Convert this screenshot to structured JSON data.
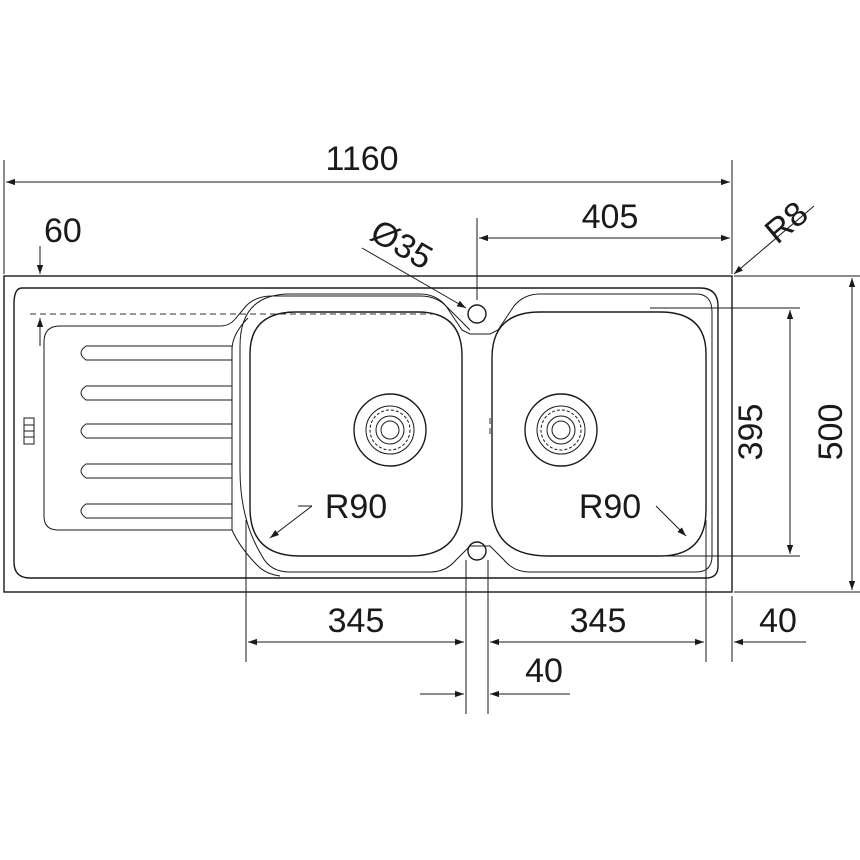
{
  "dimensions": {
    "overall_width": "1160",
    "tap_offset": "405",
    "drainer_margin": "60",
    "tap_hole_diameter": "Ø35",
    "corner_radius": "R8",
    "bowl_radius_left": "R90",
    "bowl_radius_right": "R90",
    "bowl_depth": "395",
    "overall_depth": "500",
    "bowl_width_left": "345",
    "bowl_width_right": "345",
    "center_gap": "40",
    "edge_margin": "40"
  }
}
